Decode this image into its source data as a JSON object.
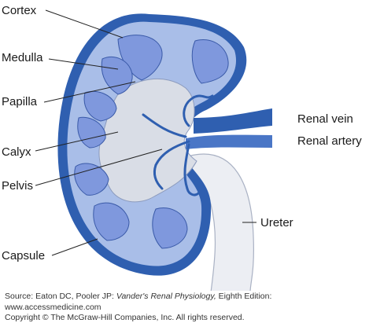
{
  "labels": {
    "cortex": "Cortex",
    "medulla": "Medulla",
    "papilla": "Papilla",
    "calyx": "Calyx",
    "pelvis": "Pelvis",
    "capsule": "Capsule",
    "renal_vein": "Renal vein",
    "renal_artery": "Renal artery",
    "ureter": "Ureter"
  },
  "credits": {
    "source_prefix": "Source: Eaton DC, Pooler JP: ",
    "source_title": "Vander's Renal Physiology,",
    "source_suffix": " Eighth Edition:",
    "website": "www.accessmedicine.com",
    "copyright": "Copyright © The McGraw-Hill Companies, Inc. All rights reserved."
  },
  "colors": {
    "capsule": "#2f5fb0",
    "cortex": "#a9bee8",
    "medulla_pyramid": "#7f98dd",
    "pelvis": "#d9dde6",
    "ureter": "#eceef3",
    "vessel": "#2f5fb0",
    "label_line": "#222222"
  }
}
